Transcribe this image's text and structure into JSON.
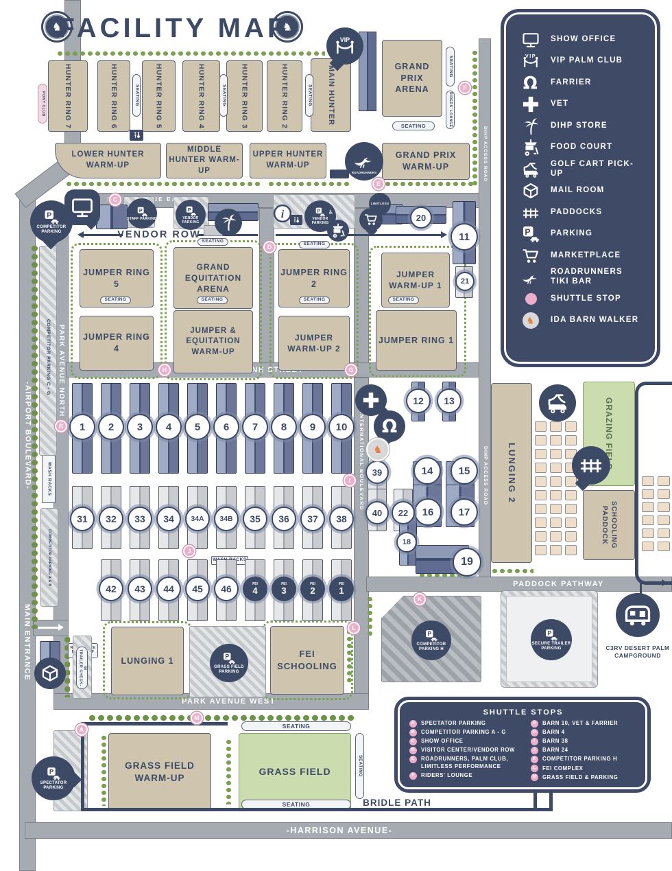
{
  "title": "FACILITY MAP",
  "colors": {
    "navy": "#3d4a66",
    "tan": "#cfc5ae",
    "field_green": "#cbdcae",
    "shuttle_pink": "#edaecb",
    "road_gray": "#a6abb2",
    "dot_green": "#7ba150",
    "ida_orange": "#e0813f"
  },
  "legend": {
    "items": [
      {
        "icon": "show-office-icon",
        "label": "SHOW OFFICE"
      },
      {
        "icon": "vip-palm-club-icon",
        "label": "VIP PALM CLUB"
      },
      {
        "icon": "farrier-icon",
        "label": "FARRIER"
      },
      {
        "icon": "vet-icon",
        "label": "VET"
      },
      {
        "icon": "dihp-store-icon",
        "label": "DIHP STORE"
      },
      {
        "icon": "food-court-icon",
        "label": "FOOD COURT"
      },
      {
        "icon": "golf-cart-icon",
        "label": "GOLF CART PICK-UP"
      },
      {
        "icon": "mail-room-icon",
        "label": "MAIL ROOM"
      },
      {
        "icon": "paddocks-icon",
        "label": "PADDOCKS"
      },
      {
        "icon": "parking-icon",
        "label": "PARKING"
      },
      {
        "icon": "marketplace-icon",
        "label": "MARKETPLACE"
      },
      {
        "icon": "roadrunners-icon",
        "label": "ROADRUNNERS TIKI BAR"
      },
      {
        "icon": "shuttle-stop-icon",
        "label": "SHUTTLE STOP"
      },
      {
        "icon": "ida-barn-walker-icon",
        "label": "IDA BARN WALKER"
      }
    ]
  },
  "streets": {
    "park_avenue_east": "PARK AVENUE EAST",
    "vendor_row": "VENDOR ROW",
    "mane_street": "MANE STREET",
    "park_avenue_north": "PARK AVENUE NORTH",
    "airport_boulevard": "-AIRPORT BOULEVARD-",
    "main_entrance": "MAIN ENTRANCE",
    "international_boulevard": "INTERNATIONAL BOULEVARD",
    "dihp_access_road": "DIHP ACCESS ROAD",
    "paddock_pathway": "PADDOCK PATHWAY",
    "park_avenue_west": "PARK AVENUE WEST",
    "bridle_path": "BRIDLE PATH",
    "harrison_avenue": "-HARRISON AVENUE-"
  },
  "areas": {
    "hunter_ring_7": "HUNTER RING 7",
    "hunter_ring_6": "HUNTER RING 6",
    "hunter_ring_5": "HUNTER RING 5",
    "hunter_ring_4": "HUNTER RING 4",
    "hunter_ring_3": "HUNTER RING 3",
    "hunter_ring_2": "HUNTER RING 2",
    "main_hunter": "MAIN HUNTER",
    "grand_prix_arena": "GRAND PRIX ARENA",
    "lower_hunter_warm_up": "LOWER HUNTER WARM-UP",
    "middle_hunter_warm_up": "MIDDLE HUNTER WARM-UP",
    "upper_hunter_warm_up": "UPPER HUNTER WARM-UP",
    "grand_prix_warm_up": "GRAND PRIX WARM-UP",
    "jumper_ring_5": "JUMPER RING 5",
    "grand_equitation_arena": "GRAND EQUITATION ARENA",
    "jumper_ring_2": "JUMPER RING 2",
    "jumper_warm_up_1": "JUMPER WARM-UP 1",
    "jumper_ring_4": "JUMPER RING 4",
    "jumper_equitation_warm_up": "JUMPER & EQUITATION WARM-UP",
    "jumper_warm_up_2": "JUMPER WARM-UP 2",
    "jumper_ring_1": "JUMPER RING 1",
    "lunging_2": "LUNGING 2",
    "grazing_field": "GRAZING FIELD",
    "paddock_schooling": "PADDOCK SCHOOLING",
    "lunging_1": "LUNGING 1",
    "fei_schooling": "FEI SCHOOLING",
    "grass_field_warm_up": "GRASS FIELD WARM-UP",
    "grass_field": "GRASS FIELD"
  },
  "labels": {
    "seating": "SEATING",
    "riders_lounge": "RIDERS' LOUNGE",
    "pony_club": "PONY CLUB",
    "wash_racks": "WASH RACKS",
    "rideshare": "RIDESHARE DROP-OFF",
    "trailer_check_in": "TRAILER CHECK-IN",
    "competitor_parking_cg": "COMPETITOR PARKING C - G",
    "competitor_parking_ab": "COMPETITOR PARKING A & B",
    "limitless": "LIMITLESS",
    "fei": "FEI",
    "c3rv": "C3RV DESERT PALM CAMPGROUND",
    "roadrunners": "ROADRUNNERS",
    "vip": "VIP"
  },
  "pins": {
    "competitor_parking": "COMPETITOR PARKING",
    "staff_parking": "STAFF PARKING",
    "vendor_parking": "VENDOR PARKING",
    "vendor_parking_2": "VENDOR PARKING",
    "grass_field_parking": "GRASS FIELD PARKING",
    "spectator_parking": "SPECTATOR PARKING",
    "competitor_parking_h": "COMPETITOR PARKING H",
    "secure_trailer_parking": "SECURE TRAILER PARKING"
  },
  "barns": {
    "row_1_10": [
      "1",
      "2",
      "3",
      "4",
      "5",
      "6",
      "7",
      "8",
      "9",
      "10"
    ],
    "row_31_38": [
      "31",
      "32",
      "33",
      "34",
      "34A",
      "34B",
      "35",
      "36",
      "37",
      "38"
    ],
    "row_42_46": [
      "42",
      "43",
      "44",
      "45",
      "46"
    ],
    "fei_barns": [
      "4",
      "3",
      "2",
      "1"
    ],
    "mid": [
      "11",
      "12",
      "13",
      "14",
      "15",
      "16",
      "17",
      "18",
      "19",
      "20",
      "21",
      "22",
      "39",
      "40"
    ]
  },
  "shuttle_stops": {
    "title": "SHUTTLE STOPS",
    "letters": [
      "A",
      "B",
      "C",
      "D",
      "E",
      "F",
      "G",
      "H",
      "I",
      "J",
      "K",
      "L",
      "M"
    ],
    "left": [
      {
        "letter": "A",
        "label": "SPECTATOR PARKING"
      },
      {
        "letter": "B",
        "label": "COMPETITOR PARKING A - G"
      },
      {
        "letter": "C",
        "label": "SHOW OFFICE"
      },
      {
        "letter": "D",
        "label": "VISITOR CENTER/VENDOR ROW"
      },
      {
        "letter": "E",
        "label": "ROADRUNNERS, PALM CLUB, LIMITLESS PERFORMANCE"
      },
      {
        "letter": "F",
        "label": "RIDERS' LOUNGE"
      }
    ],
    "right": [
      {
        "letter": "G",
        "label": "BARN 10, VET & FARRIER"
      },
      {
        "letter": "H",
        "label": "BARN 4"
      },
      {
        "letter": "I",
        "label": "BARN 38"
      },
      {
        "letter": "J",
        "label": "BARN 24"
      },
      {
        "letter": "K",
        "label": "COMPETITOR PARKING H"
      },
      {
        "letter": "L",
        "label": "FEI COMPLEX"
      },
      {
        "letter": "M",
        "label": "GRASS FIELD & PARKING"
      }
    ]
  }
}
